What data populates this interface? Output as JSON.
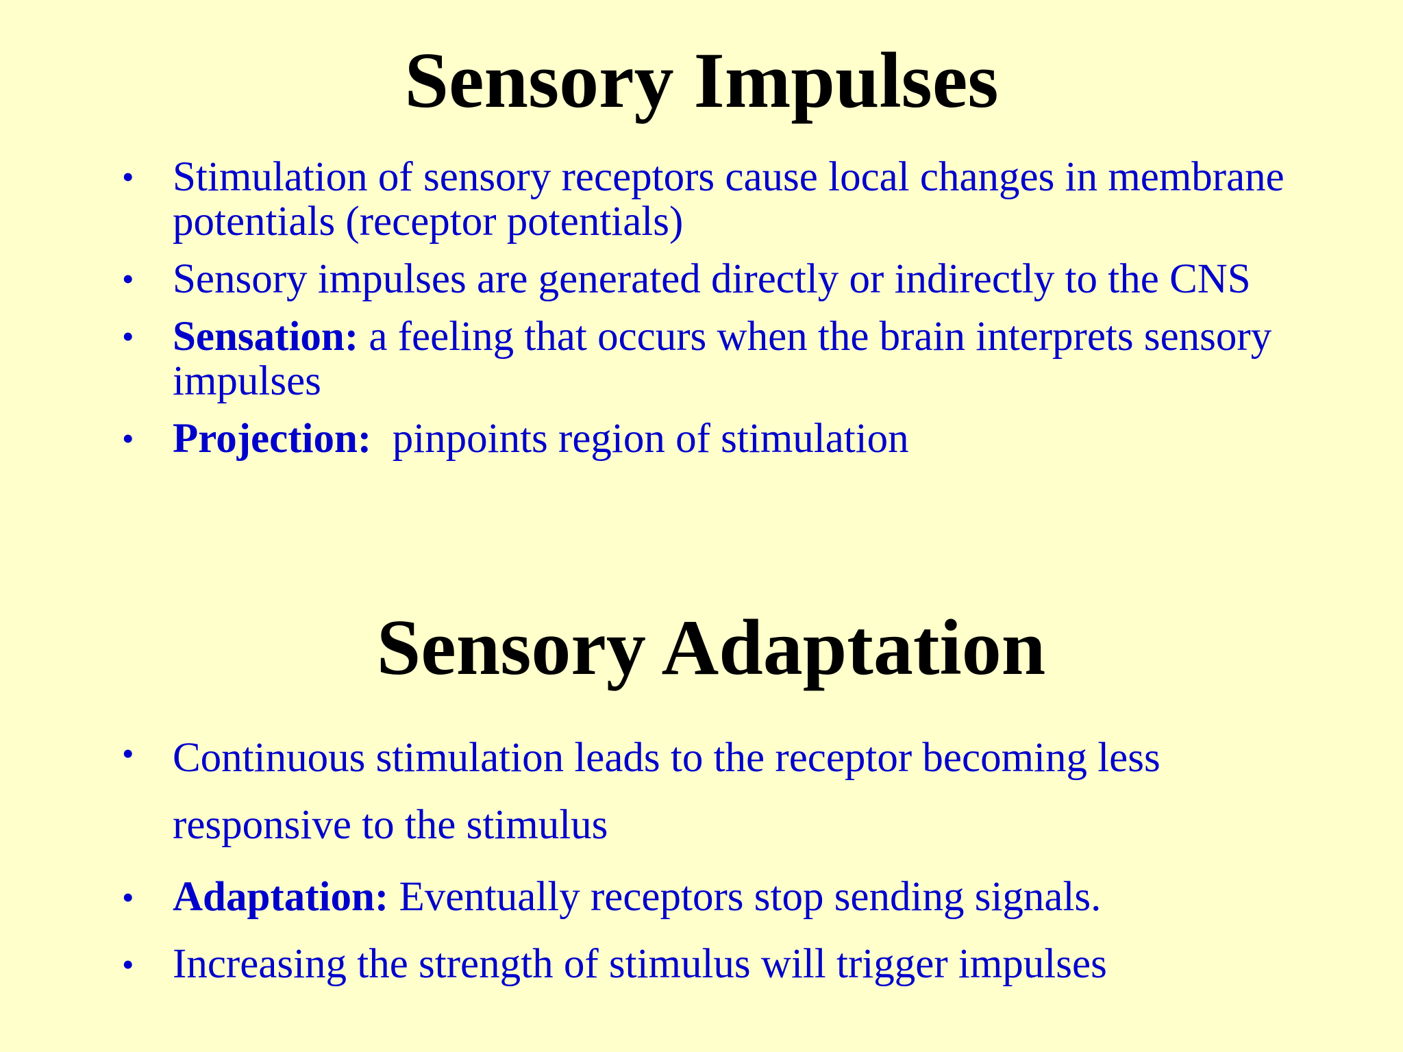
{
  "slide": {
    "background_color": "#FFFFCC",
    "title_color": "#000000",
    "bullet_color": "#0000CC"
  },
  "section_1": {
    "title": "Sensory Impulses",
    "bullets": [
      {
        "term": "",
        "text": "Stimulation of sensory receptors cause local changes in membrane potentials (receptor potentials)"
      },
      {
        "term": "",
        "text": "Sensory impulses are generated directly or indirectly to the CNS"
      },
      {
        "term": "Sensation:",
        "text": " a feeling that occurs when the brain interprets sensory impulses"
      },
      {
        "term": "Projection:",
        "text": "  pinpoints region of stimulation"
      }
    ]
  },
  "section_2": {
    "title": "Sensory Adaptation",
    "bullets": [
      {
        "term": "",
        "text": "Continuous stimulation leads to the receptor becoming less responsive to the stimulus"
      },
      {
        "term": "Adaptation:",
        "text": " Eventually receptors stop sending signals."
      },
      {
        "term": "",
        "text": "Increasing the strength of stimulus will trigger impulses"
      }
    ]
  }
}
